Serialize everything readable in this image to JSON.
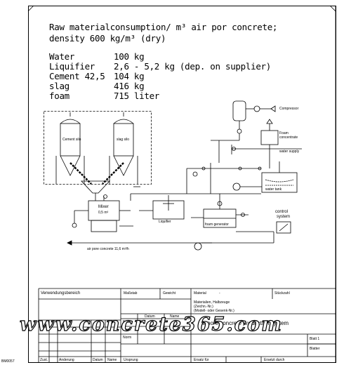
{
  "header": {
    "line1": "Raw materialconsumption/ m³ air por concrete;",
    "line2": "density 600 kg/m³ (dry)"
  },
  "materials": [
    {
      "name": "Water",
      "value": "100 kg"
    },
    {
      "name": "Liquifier",
      "value": "2,6 - 5,2 kg (dep. on supplier)"
    },
    {
      "name": "Cement 42,5",
      "value": "104 kg"
    },
    {
      "name": "slag",
      "value": "416 kg"
    },
    {
      "name": "foam",
      "value": "715 liter"
    }
  ],
  "diagram": {
    "silo_left": "Cement silo",
    "silo_right": "slag silo",
    "mixer": "Mixer",
    "mixer_volume": "0,5 m³",
    "liquifier_tank": "Liquifier",
    "compressor": "Compressor",
    "foam_concentrate": "Foam concentrate",
    "water_supply": "water supply",
    "water_tank": "water tank",
    "foam_generator": "foam generator",
    "control_system_1": "control",
    "control_system_2": "system",
    "air_pore_line": "air pore concrete 11,6 m³/h"
  },
  "title_block": {
    "usage_list": "Verwendungsbereich",
    "scale": "Maßstab",
    "weight": "Gewicht",
    "material": "Material",
    "material_value": "-",
    "quantity": "Stückzahl",
    "material_line1": "Materialien, Halbzeuge",
    "material_line2": "(Zeichn.-Nr.)",
    "material_line3": "(Modell- oder Gesenk-Nr.)",
    "date": "Datum",
    "name": "Name",
    "row_bearb": "Bearb.",
    "row_gepr": "Gepr.",
    "row_norm": "Norm",
    "drawing_title": "Air pore concrete production system",
    "sheet": "Blatt 1",
    "sheets": "Blatter",
    "zust": "Zust.",
    "change": "Anderung",
    "date2": "Datum",
    "name2": "Name",
    "origin": "Ursprung",
    "replaced_for": "Ersatz für",
    "replaced_by": "Ersetzt durch",
    "corner_mark": "BM0057"
  },
  "watermark": "www.concrete365.com"
}
